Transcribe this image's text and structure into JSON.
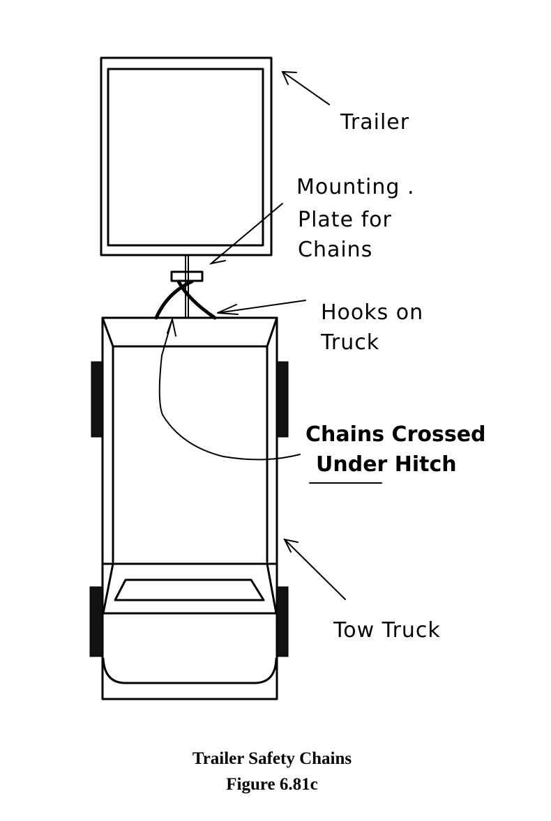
{
  "figure": {
    "caption_title": "Trailer Safety Chains",
    "caption_number": "Figure 6.81c"
  },
  "labels": {
    "trailer": "Trailer",
    "mounting_plate_line1": "Mounting .",
    "mounting_plate_line2": "Plate for",
    "mounting_plate_line3": "Chains",
    "hooks_line1": "Hooks on",
    "hooks_line2": "Truck",
    "chains_line1": "Chains Crossed",
    "chains_line2": "Under Hitch",
    "tow_truck": "Tow Truck"
  },
  "colors": {
    "ink": "#000000",
    "paper": "#ffffff"
  }
}
